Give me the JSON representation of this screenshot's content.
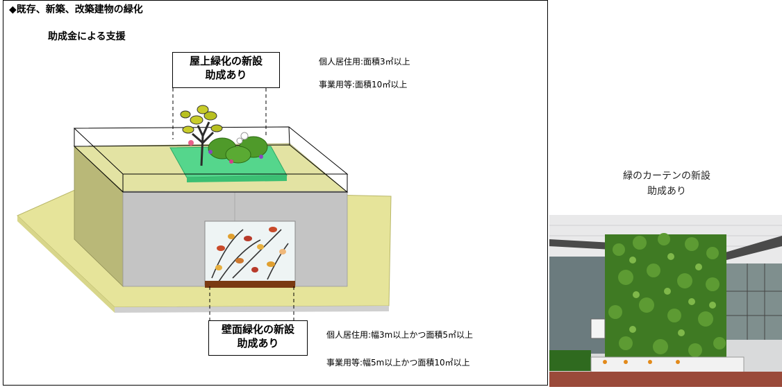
{
  "heading": "◆既存、新築、改築建物の緑化",
  "subheading": "助成金による支援",
  "roof": {
    "title_line1": "屋上緑化の新設",
    "title_line2": "助成あり",
    "requirement_individual": "個人居住用:面積3㎡以上",
    "requirement_business": "事業用等:面積10㎡以上"
  },
  "wall": {
    "title_line1": "壁面緑化の新設",
    "title_line2": "助成あり",
    "requirement_individual": "個人居住用:幅3m以上かつ面積5㎡以上",
    "requirement_business": "事業用等:幅5m以上かつ面積10㎡以上"
  },
  "green_curtain": {
    "caption_line1": "緑のカーテンの新設",
    "caption_line2": "助成あり"
  },
  "colors": {
    "ground": "#e6e49a",
    "building_wall": "#c4c4c4",
    "roof_planting": "#55d68c",
    "foliage": "#4f9a2a"
  }
}
